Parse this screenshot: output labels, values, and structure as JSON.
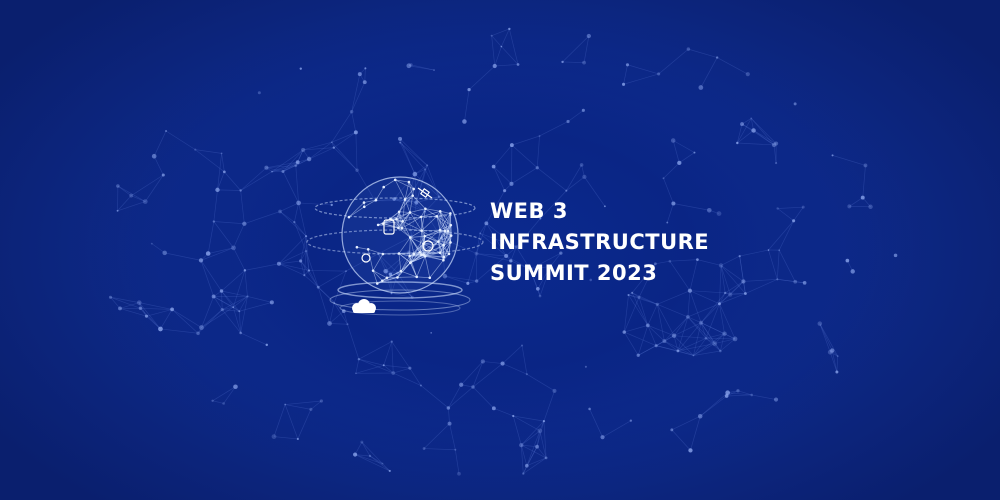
{
  "event": {
    "title_lines": [
      "WEB 3",
      "INFRASTRUCTURE",
      "SUMMIT 2023"
    ]
  },
  "colors": {
    "background": "#0a1f6e",
    "network": "#6f8fe6",
    "globe": "#cfe0ff",
    "text": "#ffffff"
  },
  "icons": [
    "globe-icon",
    "satellite-icon",
    "phone-icon",
    "cloud-icon",
    "gear-icon"
  ]
}
